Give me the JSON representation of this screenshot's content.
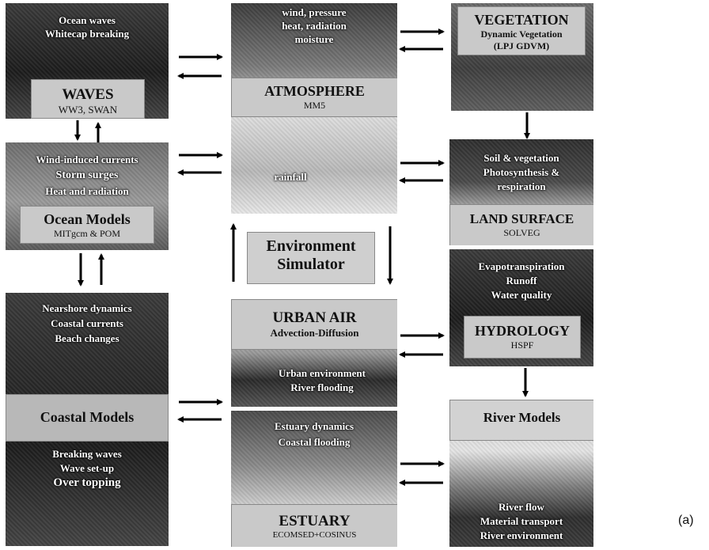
{
  "panels": {
    "waves": {
      "lines": [
        "Ocean waves",
        "Whitecap breaking"
      ],
      "title": "WAVES",
      "subtitle": "WW3, SWAN"
    },
    "ocean": {
      "lines": [
        "Wind-induced currents",
        "Storm surges",
        "Heat and radiation"
      ],
      "title": "Ocean Models",
      "subtitle": "MITgcm & POM"
    },
    "coastal": {
      "top_lines": [
        "Nearshore dynamics",
        "Coastal currents",
        "Beach changes"
      ],
      "title": "Coastal Models",
      "bottom_lines": [
        "Breaking waves",
        "Wave set-up",
        "Over topping"
      ]
    },
    "atmosphere": {
      "lines": [
        "wind, pressure",
        "heat, radiation",
        "moisture"
      ],
      "title": "ATMOSPHERE",
      "subtitle": "MM5",
      "extra": "rainfall"
    },
    "simulator": {
      "lines": [
        "Environment",
        "Simulator"
      ]
    },
    "urban": {
      "title": "URBAN AIR",
      "subtitle": "Advection-Diffusion",
      "lines": [
        "Urban environment",
        "River flooding"
      ]
    },
    "estuary": {
      "lines": [
        "Estuary dynamics",
        "Coastal flooding"
      ],
      "title": "ESTUARY",
      "subtitle": "ECOMSED+COSINUS"
    },
    "vegetation": {
      "title": "VEGETATION",
      "subtitle": "Dynamic Vegetation",
      "subtitle2": "(LPJ GDVM)"
    },
    "land": {
      "lines": [
        "Soil & vegetation",
        "Photosynthesis &",
        "respiration"
      ],
      "title": "LAND SURFACE",
      "subtitle": "SOLVEG"
    },
    "hydrology": {
      "lines": [
        "Evapotranspiration",
        "Runoff",
        "Water quality"
      ],
      "title": "HYDROLOGY",
      "subtitle": "HSPF"
    },
    "river": {
      "title": "River Models",
      "lines": [
        "River flow",
        "Material transport",
        "River environment"
      ]
    }
  },
  "figure_label": "(a)"
}
